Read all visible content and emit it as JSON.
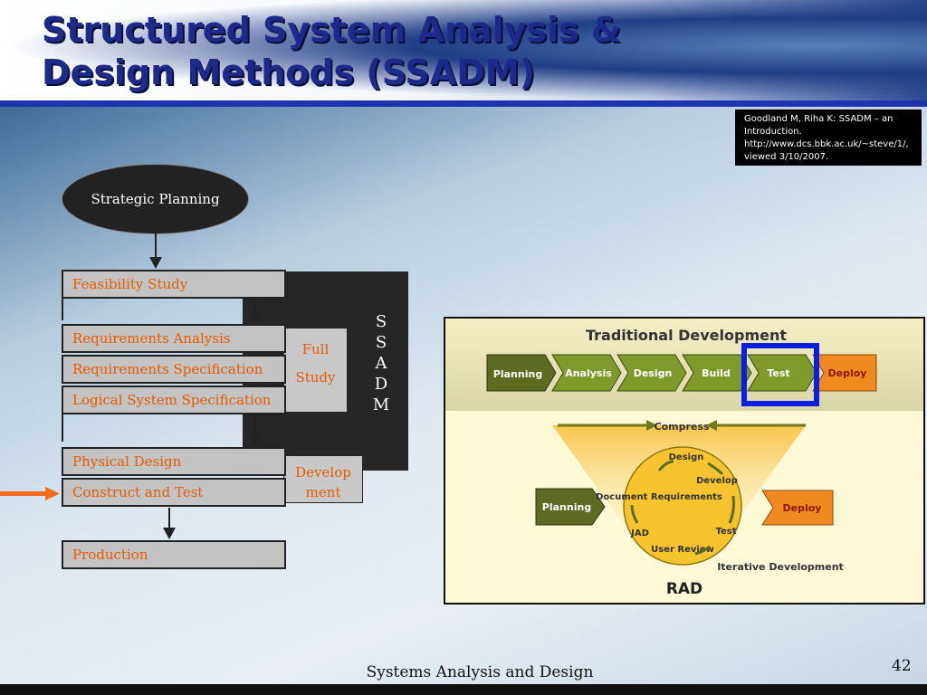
{
  "slide": {
    "title_line1": "Structured System Analysis &",
    "title_line2": "Design Methods (SSADM)",
    "citation": "Goodland M, Riha K: SSADM – an Introduction. http://www.dcs.bbk.ac.uk/~steve/1/, viewed 3/10/2007.",
    "footer": "Systems Analysis and Design",
    "page_number": "42"
  },
  "ssadm": {
    "start": "Strategic Planning",
    "stages": [
      "Feasibility Study",
      "Requirements Analysis",
      "Requirements Specification",
      "Logical System Specification",
      "Physical Design",
      "Construct and Test",
      "Production"
    ],
    "full_study_line1": "Full",
    "full_study_line2": "Study",
    "development_line1": "Develop",
    "development_line2": "ment",
    "letters": [
      "S",
      "S",
      "A",
      "D",
      "M"
    ]
  },
  "rad_figure": {
    "traditional_title": "Traditional Development",
    "traditional_steps": [
      "Planning",
      "Analysis",
      "Design",
      "Build",
      "Test",
      "Deploy"
    ],
    "compress": "Compress",
    "planning": "Planning",
    "deploy": "Deploy",
    "cycle": [
      "Design",
      "Develop",
      "Test",
      "User Review",
      "JAD",
      "Document Requirements"
    ],
    "iterative": "Iterative Development",
    "rad_label": "RAD"
  },
  "colors": {
    "title": "#1c2a8a",
    "stage_text": "#e65c00",
    "highlight_box": "#0a1ee6",
    "pointer_arrow": "#f26b1d",
    "olive_arrow": "#6b7a1e",
    "orange_arrow": "#f0891e"
  }
}
